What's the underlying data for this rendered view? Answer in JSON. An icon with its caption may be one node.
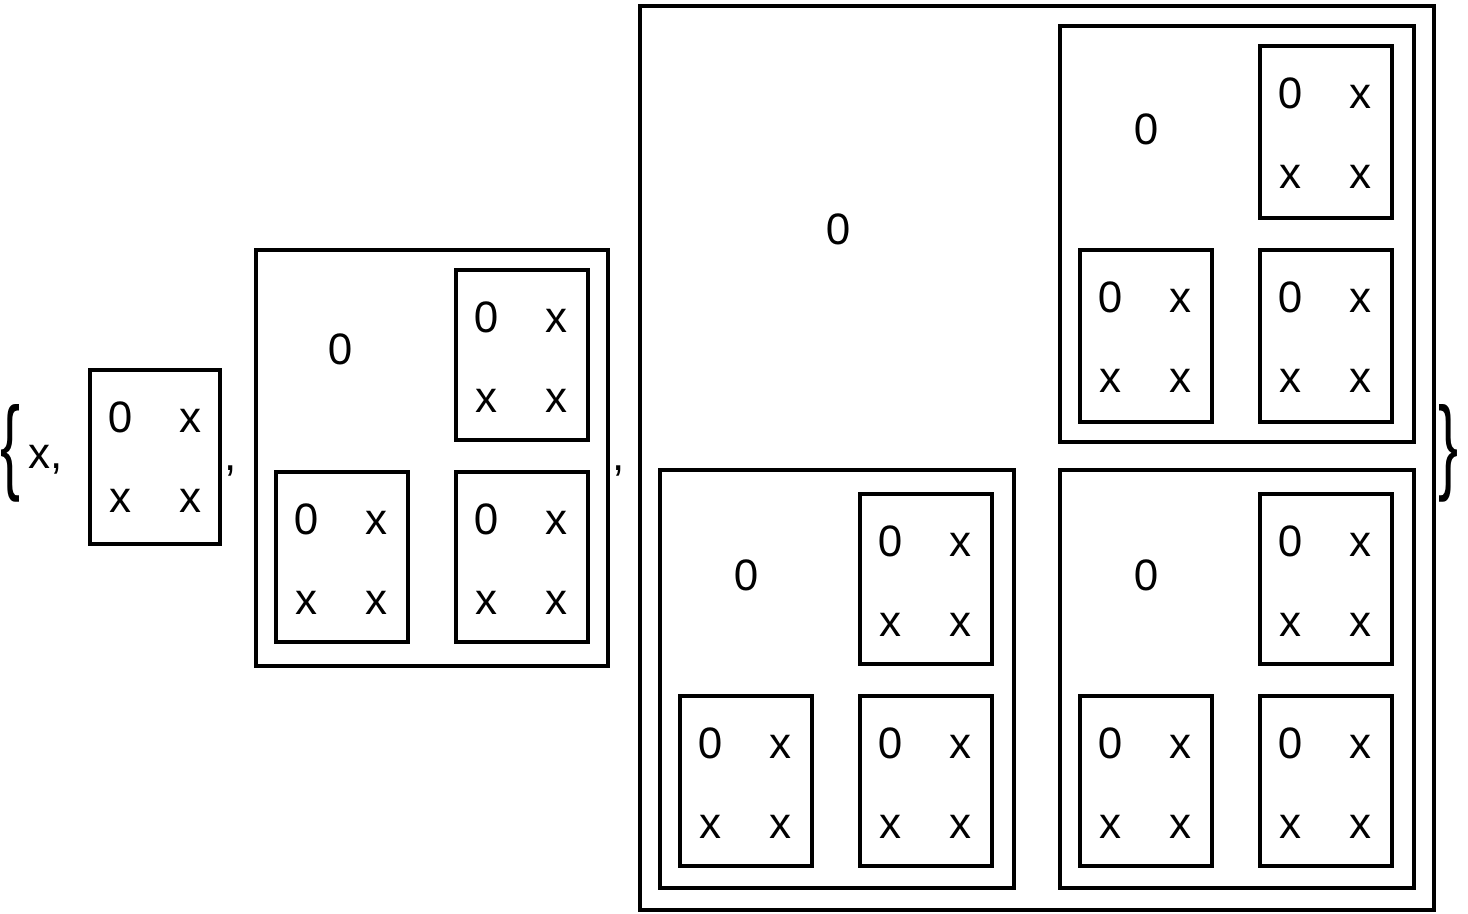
{
  "diagram": {
    "nodes": [
      {
        "text": [
          "0",
          "x",
          "x",
          "x"
        ]
      },
      {
        "text": [
          "0"
        ]
      },
      {
        "text": [
          "0",
          "x",
          "x",
          "x"
        ],
        "in": 1
      },
      {
        "text": [
          "0",
          "x",
          "x",
          "x"
        ],
        "in": 1
      },
      {
        "text": [
          "0",
          "x",
          "x",
          "x"
        ],
        "in": 1
      },
      {
        "text": [
          "0"
        ]
      },
      {
        "text": [
          "0"
        ],
        "in": 5
      },
      {
        "text": [
          "0",
          "x",
          "x",
          "x"
        ],
        "in": 6
      },
      {
        "text": [
          "0",
          "x",
          "x",
          "x"
        ],
        "in": 6
      },
      {
        "text": [
          "0",
          "x",
          "x",
          "x"
        ],
        "in": 6
      },
      {
        "text": [
          "0"
        ],
        "in": 5
      },
      {
        "text": [
          "0",
          "x",
          "x",
          "x"
        ],
        "in": 10
      },
      {
        "text": [
          "0",
          "x",
          "x",
          "x"
        ],
        "in": 10
      },
      {
        "text": [
          "0",
          "x",
          "x",
          "x"
        ],
        "in": 10
      },
      {
        "text": [
          "0"
        ],
        "in": 5
      },
      {
        "text": [
          "0",
          "x",
          "x",
          "x"
        ],
        "in": 14
      },
      {
        "text": [
          "0",
          "x",
          "x",
          "x"
        ],
        "in": 14
      },
      {
        "text": [
          "0",
          "x",
          "x",
          "x"
        ],
        "in": 14
      }
    ],
    "labels": [
      "{",
      "x,",
      ",",
      ",",
      "}"
    ]
  }
}
